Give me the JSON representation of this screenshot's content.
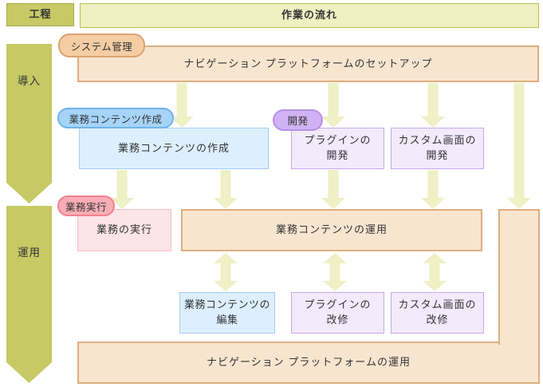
{
  "colors": {
    "text": "#333333",
    "olive_fill": "#c6c964",
    "olive_border": "#a9ac41",
    "pale_fill": "#eef0c2",
    "pale_border": "#b9bc55",
    "arrow_fill": "#eef0c5",
    "arrow_border": "#aaae98",
    "tan_fill": "#f8e5d0",
    "tan_border": "#ddae7e",
    "tan_pill_fill": "#f4cda4",
    "tan_pill_border": "#dfa270",
    "blue_fill": "#ddeffe",
    "blue_border": "#a5ccf1",
    "blue_pill_fill": "#a5d4f8",
    "blue_pill_border": "#6fb4ea",
    "purple_fill": "#f3eafc",
    "purple_border": "#c7a7ea",
    "purple_pill_fill": "#cfb3f4",
    "purple_pill_border": "#b78fe8",
    "pink_fill": "#fde4e8",
    "pink_border": "#f6bcc5",
    "pink_pill_fill": "#f9adb6",
    "pink_pill_border": "#f3818f"
  },
  "header": {
    "process_label": "工程",
    "flow_title": "作業の流れ"
  },
  "phases": [
    {
      "label": "導入"
    },
    {
      "label": "運用"
    }
  ],
  "pills": {
    "system_admin": "システム管理",
    "content_creation": "業務コンテンツ作成",
    "development": "開発",
    "execution": "業務実行"
  },
  "boxes": {
    "setup": "ナビゲーション プラットフォームのセットアップ",
    "create_content": "業務コンテンツの作成",
    "plugin_dev": [
      "プラグインの",
      "開発"
    ],
    "custom_screen_dev": [
      "カスタム画面の",
      "開発"
    ],
    "execute_business": "業務の実行",
    "operate_content": "業務コンテンツの運用",
    "edit_content": [
      "業務コンテンツの",
      "編集"
    ],
    "plugin_fix": [
      "プラグインの",
      "改修"
    ],
    "custom_screen_fix": [
      "カスタム画面の",
      "改修"
    ],
    "operate_platform": "ナビゲーション プラットフォームの運用"
  }
}
